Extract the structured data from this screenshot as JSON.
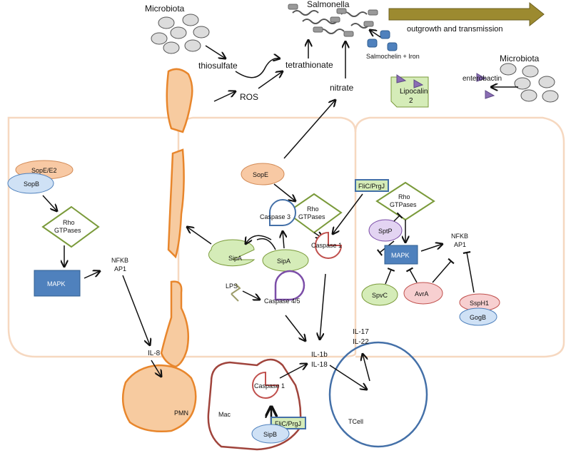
{
  "labels": {
    "microbiota_top": "Microbiota",
    "salmonella": "Salmonella",
    "outgrowth": "outgrowth and transmission",
    "thiosulfate": "thiosulfate",
    "tetrathionate": "tetrathionate",
    "ros": "ROS",
    "nitrate": "nitrate",
    "salmochelin": "Salmochelin + Iron",
    "microbiota_right": "Microbiota",
    "enterobactin": "enterobactin",
    "lipocalin_1": "Lipocalin",
    "lipocalin_2": "2",
    "sope_e2": "SopE/E2",
    "sopb": "SopB",
    "rho_1": "Rho",
    "gtpases_1": "GTPases",
    "mapk_left": "MAPK",
    "nfkb_left": "NFKB",
    "ap1_left": "AP1",
    "il8": "IL-8",
    "pmn": "PMN",
    "sope": "SopE",
    "rho_2": "Rho",
    "gtpases_2": "GTPases",
    "flic_prgj_top": "FliC/PrgJ",
    "caspase3": "Caspase 3",
    "sipa_left": "SipA",
    "sipa_right": "SipA",
    "caspase1_top": "Caspase 1",
    "lps": "LPS",
    "caspase45": "Caspase 4/5",
    "il1b": "IL-1b",
    "il18": "IL-18",
    "il17": "IL-17",
    "il22": "IL-22",
    "caspase1_mac": "Caspase 1",
    "mac": "Mac",
    "flic_prgj_mac": "FliC/PrgJ",
    "sipb": "SipB",
    "tcell": "TCell",
    "rho_3": "Rho",
    "gtpases_3": "GTPases",
    "sptp": "SptP",
    "mapk_right": "MAPK",
    "nfkb_right": "NFKB",
    "ap1_right": "AP1",
    "spvc": "SpvC",
    "avra": "AvrA",
    "ssph1": "SspH1",
    "gogb": "GogB"
  },
  "colors": {
    "cell_outline": "#f6d8c0",
    "neutrophil_fill": "#f7cba0",
    "neutrophil_stroke": "#e8862c",
    "orange_node_fill": "#f8c9a4",
    "blue_node_fill": "#cfe1f5",
    "mapk_fill": "#4f81bd",
    "diamond_stroke": "#7a9a3a",
    "green_node_fill": "#d5ecb8",
    "purple_node_fill": "#e3d4f2",
    "red_node_fill": "#f7cfd0",
    "mac_stroke": "#a0443c",
    "tcell_stroke": "#4470a8",
    "arrow_fill": "#9c8a30",
    "enterobactin": "#8a6db4"
  }
}
